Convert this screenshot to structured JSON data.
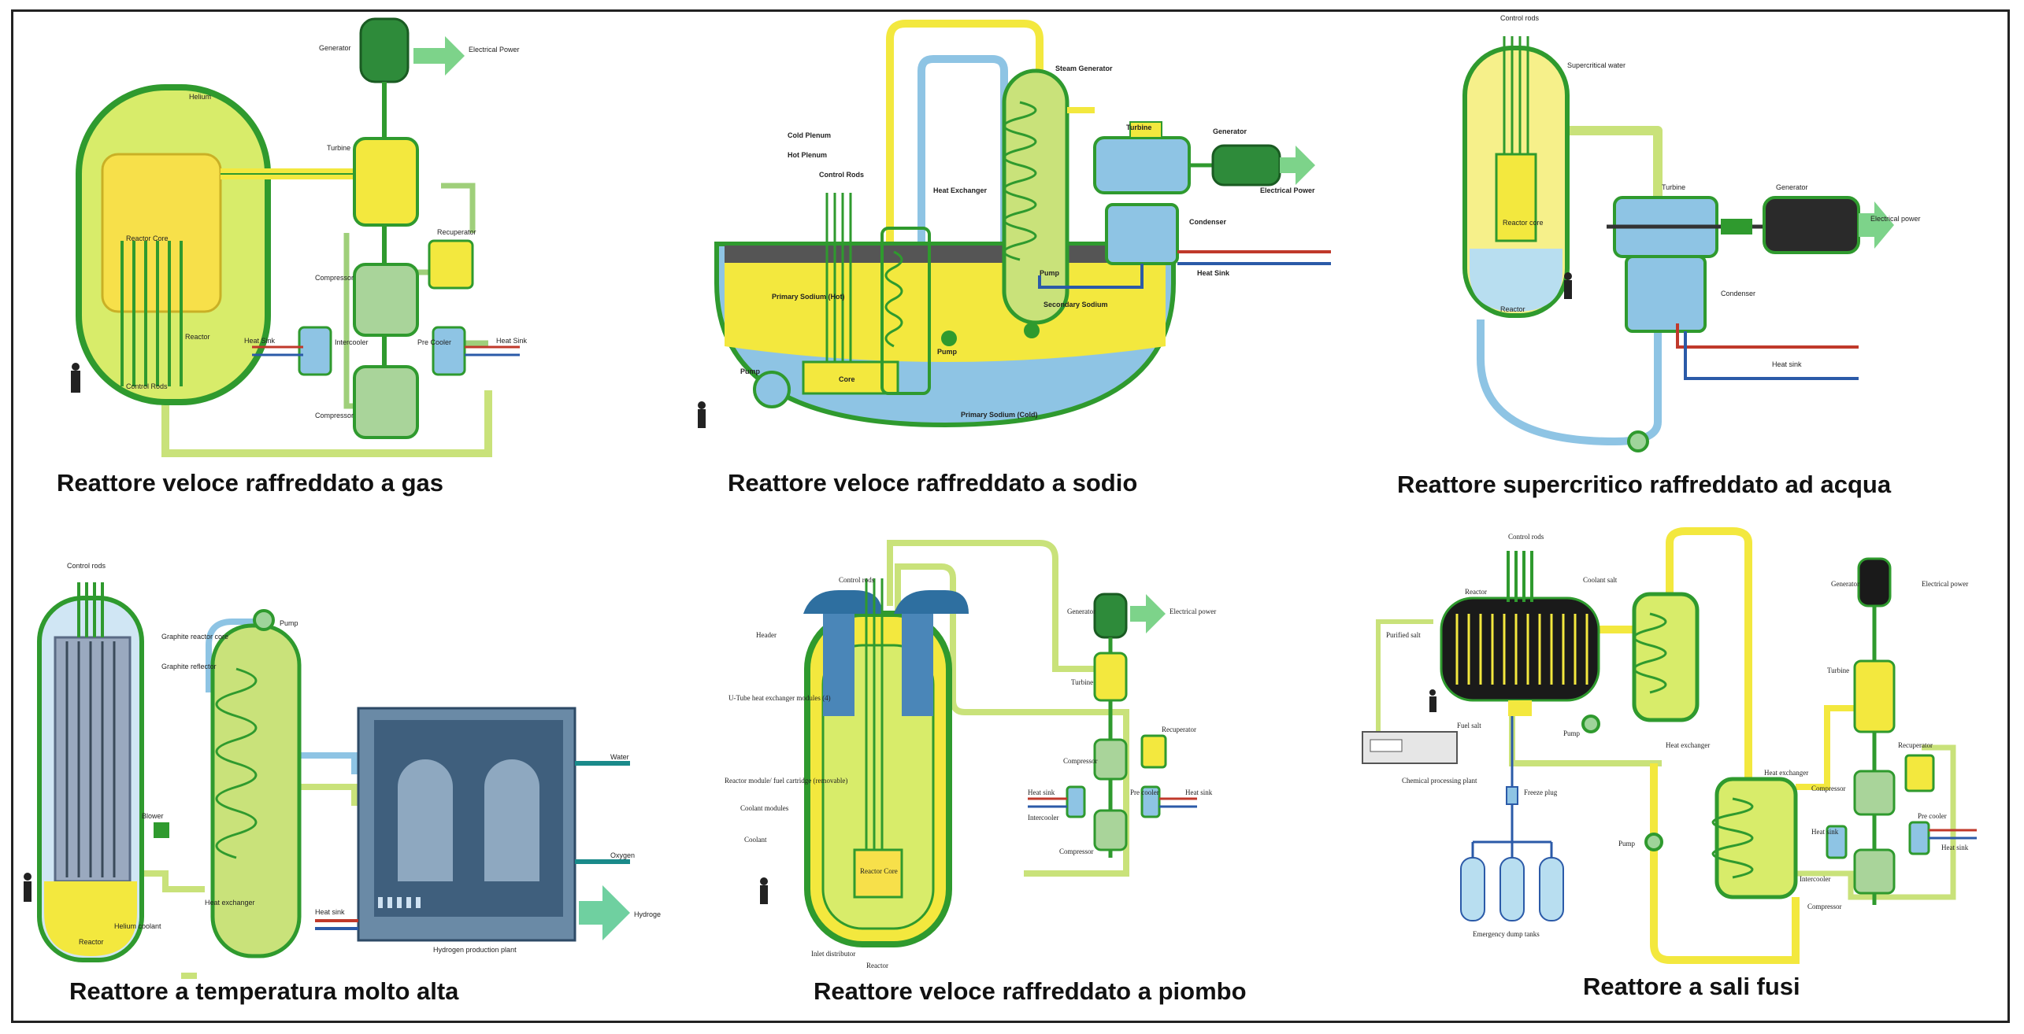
{
  "panels": [
    {
      "id": "gfr",
      "caption": "Reattore veloce raffreddato a gas",
      "labels": {
        "generator": "Generator",
        "electrical_power": "Electrical Power",
        "helium": "Helium",
        "turbine": "Turbine",
        "recuperator": "Recuperator",
        "reactor_core": "Reactor Core",
        "compressor1": "Compressor",
        "heat_sink_l": "Heat Sink",
        "intercooler": "Intercooler",
        "pre_cooler": "Pre Cooler",
        "heat_sink_r": "Heat Sink",
        "reactor": "Reactor",
        "compressor2": "Compressor",
        "control_rods": "Control Rods"
      }
    },
    {
      "id": "sfr",
      "caption": "Reattore veloce raffreddato a sodio",
      "labels": {
        "steam_generator": "Steam Generator",
        "cold_plenum": "Cold Plenum",
        "hot_plenum": "Hot Plenum",
        "control_rods": "Control Rods",
        "heat_exchanger": "Heat Exchanger",
        "turbine": "Turbine",
        "generator": "Generator",
        "electrical_power": "Electrical Power",
        "condenser": "Condenser",
        "primary_sodium_hot": "Primary Sodium (Hot)",
        "heat_sink": "Heat Sink",
        "pump1": "Pump",
        "secondary_sodium": "Secondary Sodium",
        "pump2": "Pump",
        "pump3": "Pump",
        "core": "Core",
        "primary_sodium_cold": "Primary Sodium (Cold)"
      }
    },
    {
      "id": "scwr",
      "caption": "Reattore supercritico raffreddato ad acqua",
      "labels": {
        "control_rods": "Control rods",
        "supercritical_water": "Supercritical water",
        "turbine": "Turbine",
        "generator": "Generator",
        "electrical_power": "Electrical power",
        "reactor_core": "Reactor core",
        "condenser": "Condenser",
        "reactor": "Reactor",
        "heat_sink": "Heat sink"
      }
    },
    {
      "id": "vhtr",
      "caption": "Reattore a temperatura molto alta",
      "labels": {
        "control_rods": "Control rods",
        "pump": "Pump",
        "graphite_reactor_core": "Graphite reactor core",
        "graphite_reflector": "Graphite reflector",
        "water": "Water",
        "blower": "Blower",
        "oxygen": "Oxygen",
        "heat_sink": "Heat sink",
        "hydrogen": "Hydroge",
        "reactor": "Reactor",
        "helium_coolant": "Helium coolant",
        "heat_exchanger": "Heat exchanger",
        "hydrogen_plant": "Hydrogen production plant"
      }
    },
    {
      "id": "lfr",
      "caption": "Reattore veloce raffreddato a piombo",
      "labels": {
        "control_rods": "Control rods",
        "generator": "Generator",
        "electrical_power": "Electrical power",
        "header": "Header",
        "turbine": "Turbine",
        "u_tube": "U-Tube heat exchanger modules (4)",
        "recuperator": "Recuperator",
        "compressor1": "Compressor",
        "cartridge": "Reactor module/ fuel cartridge (removable)",
        "coolant_modules": "Coolant modules",
        "heat_sink_l": "Heat sink",
        "intercooler": "Intercooler",
        "pre_cooler": "Pre cooler",
        "heat_sink_r": "Heat sink",
        "coolant": "Coolant",
        "compressor2": "Compressor",
        "reactor_core": "Reactor Core",
        "inlet_distributor": "Inlet distributor",
        "reactor": "Reactor"
      }
    },
    {
      "id": "msr",
      "caption": "Reattore a sali fusi",
      "labels": {
        "control_rods": "Control rods",
        "generator": "Generator",
        "electrical_power": "Electrical power",
        "reactor": "Reactor",
        "coolant_salt": "Coolant salt",
        "purified_salt": "Purified salt",
        "turbine": "Turbine",
        "recuperator": "Recuperator",
        "fuel_salt": "Fuel salt",
        "pump1": "Pump",
        "heat_exchanger1": "Heat exchanger",
        "heat_exchanger2": "Heat exchanger",
        "compressor1": "Compressor",
        "chemical_plant": "Chemical processing plant",
        "heat_sink_l": "Heat sink",
        "pre_cooler": "Pre cooler",
        "heat_sink_r": "Heat sink",
        "freeze_plug": "Freeze plug",
        "pump2": "Pump",
        "intercooler": "Intercooler",
        "compressor2": "Compressor",
        "dump_tanks": "Emergency dump tanks"
      }
    }
  ],
  "colors": {
    "yellow": "#f3e83e",
    "green": "#2f9a2e",
    "light_green": "#c9e27a",
    "blue": "#8ec4e4",
    "dark_blue": "#2b5aa8",
    "red": "#c0392b",
    "black": "#1a1a1a"
  }
}
